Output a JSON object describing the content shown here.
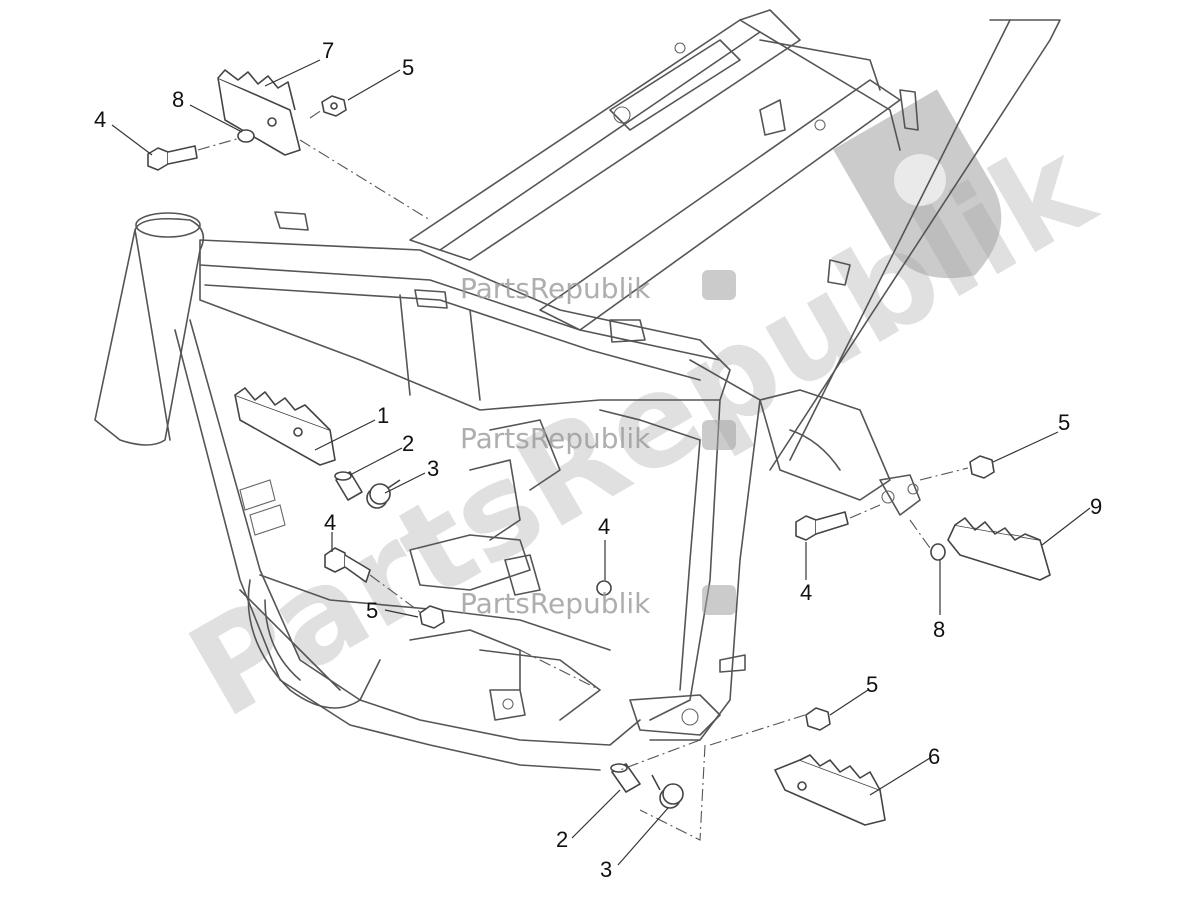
{
  "watermark": {
    "large_text": "PartsRepublik",
    "small_text": "PartsRepublik"
  },
  "callouts": [
    {
      "id": "1",
      "label": "1"
    },
    {
      "id": "2a",
      "label": "2"
    },
    {
      "id": "3a",
      "label": "3"
    },
    {
      "id": "4a",
      "label": "4"
    },
    {
      "id": "4b",
      "label": "4"
    },
    {
      "id": "4c",
      "label": "4"
    },
    {
      "id": "4d",
      "label": "4"
    },
    {
      "id": "5a",
      "label": "5"
    },
    {
      "id": "5b",
      "label": "5"
    },
    {
      "id": "5c",
      "label": "5"
    },
    {
      "id": "5d",
      "label": "5"
    },
    {
      "id": "6",
      "label": "6"
    },
    {
      "id": "7",
      "label": "7"
    },
    {
      "id": "8a",
      "label": "8"
    },
    {
      "id": "8b",
      "label": "8"
    },
    {
      "id": "9",
      "label": "9"
    },
    {
      "id": "2b",
      "label": "2"
    },
    {
      "id": "3b",
      "label": "3"
    }
  ],
  "colors": {
    "line": "#555555",
    "watermark": "#a8a8a8",
    "background": "#ffffff"
  }
}
